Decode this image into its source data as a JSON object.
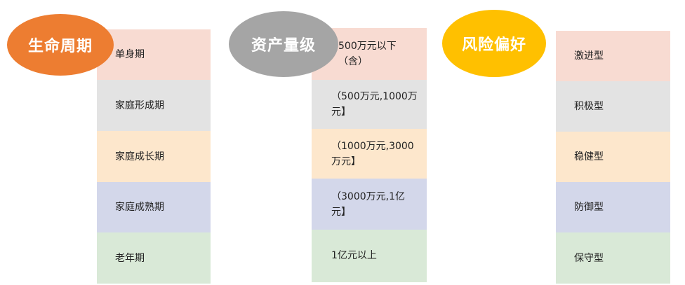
{
  "lifecycle": {
    "badge_label": "生命周期",
    "badge_color": "#ed7d31",
    "items": [
      "单身期",
      "家庭形成期",
      "家庭成长期",
      "家庭成熟期",
      "老年期"
    ]
  },
  "asset_level": {
    "badge_label": "资产量级",
    "badge_color": "#a5a5a5",
    "items": [
      "500万元以下\n（含）",
      "（500万元,1000万\n元】",
      "（1000万元,3000\n万元】",
      "（3000万元,1亿\n元】",
      "1亿元以上"
    ]
  },
  "risk_preference": {
    "badge_label": "风险偏好",
    "badge_color": "#ffc000",
    "items": [
      "激进型",
      "积极型",
      "稳健型",
      "防御型",
      "保守型"
    ]
  },
  "row_colors": [
    "#f8dbd2",
    "#e3e3e3",
    "#fde7cc",
    "#d3d7ea",
    "#d9e9d7"
  ]
}
